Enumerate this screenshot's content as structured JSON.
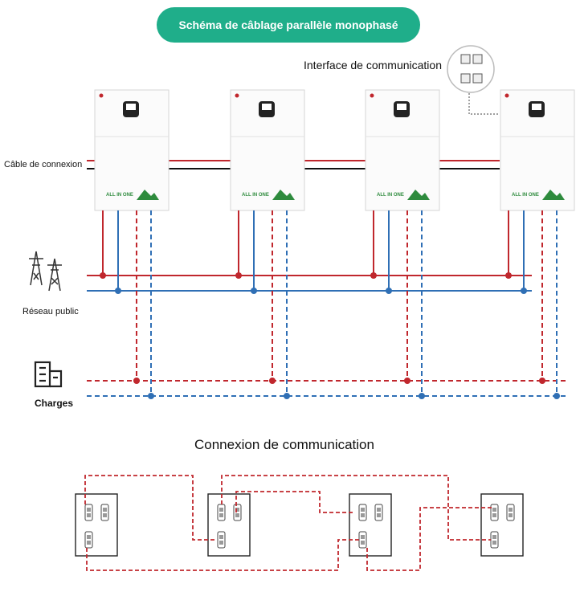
{
  "title": "Schéma de câblage parallèle monophasé",
  "comm_interface_label": "Interface de communication",
  "cable_label": "Câble de connexion",
  "grid_label": "Réseau public",
  "loads_label": "Charges",
  "comm_section_title": "Connexion de communication",
  "device": {
    "brand": "",
    "badge": "ALL IN ONE"
  },
  "colors": {
    "title_bg": "#1fae8a",
    "red_line": "#c0272d",
    "blue_line": "#2f6fb5",
    "black_line": "#111111",
    "comm_line": "#c0272d",
    "badge_green": "#2e8b3d"
  },
  "icons": [
    "power-tower-icon",
    "building-icon",
    "rj45-port-icon"
  ]
}
